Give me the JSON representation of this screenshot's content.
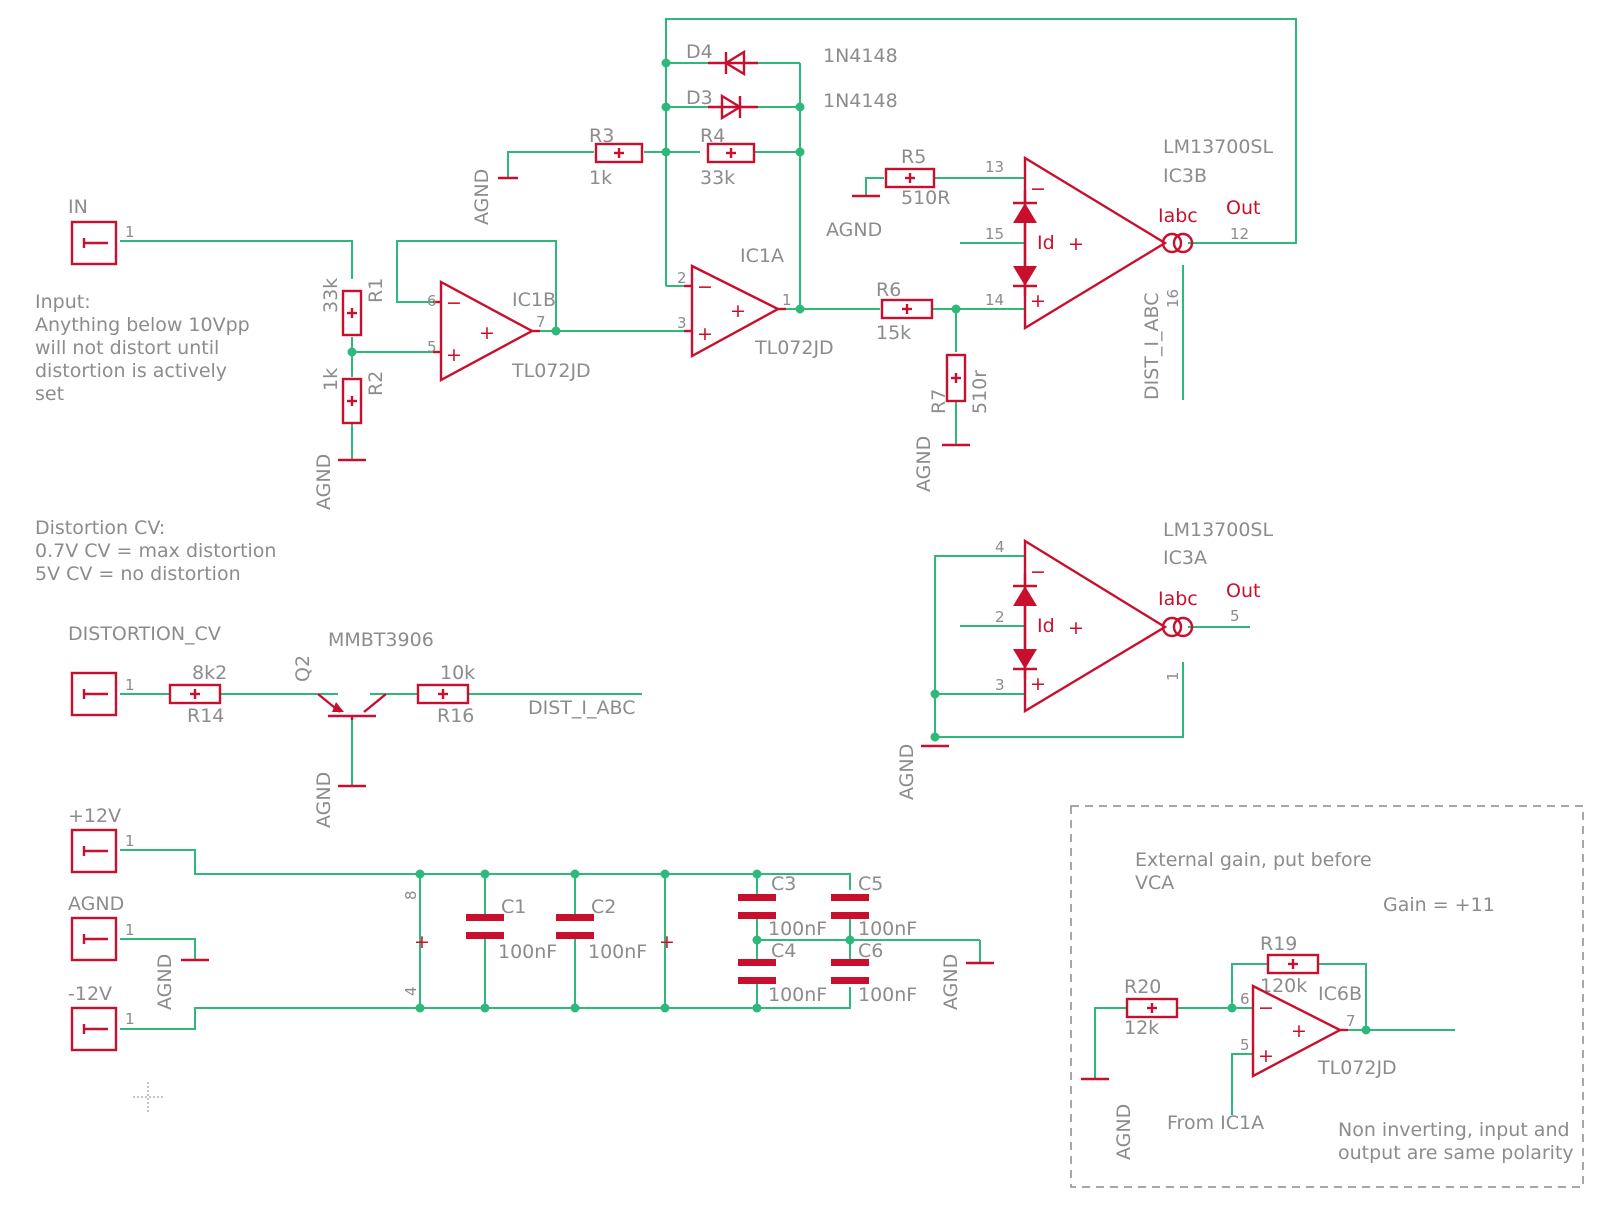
{
  "notes": {
    "input": [
      "Input:",
      "Anything below 10Vpp",
      "will not distort until",
      "distortion is actively",
      "set"
    ],
    "cv": [
      "Distortion CV:",
      "0.7V CV = max distortion",
      "5V CV = no distortion"
    ],
    "ext_gain": [
      "External gain, put before",
      "VCA"
    ],
    "gain": "Gain = +11",
    "noninv": [
      "Non inverting, input and",
      "output are same polarity"
    ],
    "from_ic1a": "From IC1A"
  },
  "connectors": {
    "in": "IN",
    "distortion_cv": "DISTORTION_CV",
    "p12v": "+12V",
    "agnd": "AGND",
    "m12v": "-12V",
    "pin1": "1"
  },
  "resistors": [
    {
      "ref": "R1",
      "value": "33k"
    },
    {
      "ref": "R2",
      "value": "1k"
    },
    {
      "ref": "R3",
      "value": "1k"
    },
    {
      "ref": "R4",
      "value": "33k"
    },
    {
      "ref": "R5",
      "value": "510R"
    },
    {
      "ref": "R6",
      "value": "15k"
    },
    {
      "ref": "R7",
      "value": "510r"
    },
    {
      "ref": "R14",
      "value": "8k2"
    },
    {
      "ref": "R16",
      "value": "10k"
    },
    {
      "ref": "R19",
      "value": "120k"
    },
    {
      "ref": "R20",
      "value": "12k"
    }
  ],
  "capacitors": [
    {
      "ref": "C1",
      "value": "100nF"
    },
    {
      "ref": "C2",
      "value": "100nF"
    },
    {
      "ref": "C3",
      "value": "100nF"
    },
    {
      "ref": "C4",
      "value": "100nF"
    },
    {
      "ref": "C5",
      "value": "100nF"
    },
    {
      "ref": "C6",
      "value": "100nF"
    }
  ],
  "diodes": [
    {
      "ref": "D4",
      "value": "1N4148"
    },
    {
      "ref": "D3",
      "value": "1N4148"
    }
  ],
  "opamps": {
    "ic1b": {
      "ref": "IC1B",
      "value": "TL072JD",
      "pin_inv": "6",
      "pin_noninv": "5",
      "pin_out": "7"
    },
    "ic1a": {
      "ref": "IC1A",
      "value": "TL072JD",
      "pin_inv": "2",
      "pin_noninv": "3",
      "pin_out": "1"
    },
    "ic6b": {
      "ref": "IC6B",
      "value": "TL072JD",
      "pin_inv": "6",
      "pin_noninv": "5",
      "pin_out": "7"
    }
  },
  "otas": {
    "ic3b": {
      "ref": "IC3B",
      "value": "LM13700SL",
      "iabc": "Iabc",
      "out": "Out",
      "id": "Id",
      "pin_inv": "13",
      "pin_id": "15",
      "pin_noninv": "14",
      "pin_out": "12",
      "pin_iabc": "16"
    },
    "ic3a": {
      "ref": "IC3A",
      "value": "LM13700SL",
      "iabc": "Iabc",
      "out": "Out",
      "id": "Id",
      "pin_inv": "4",
      "pin_id": "2",
      "pin_noninv": "3",
      "pin_out": "5",
      "pin_iabc": "1"
    }
  },
  "transistor": {
    "ref": "Q2",
    "value": "MMBT3906"
  },
  "nets": {
    "dist_iabc": "DIST_I_ABC",
    "agnd": "AGND"
  },
  "power_pins": {
    "top": "8",
    "bottom": "4"
  },
  "colors": {
    "wire": "#2eb87a",
    "part": "#c8102e",
    "text": "#8c8c8c"
  }
}
